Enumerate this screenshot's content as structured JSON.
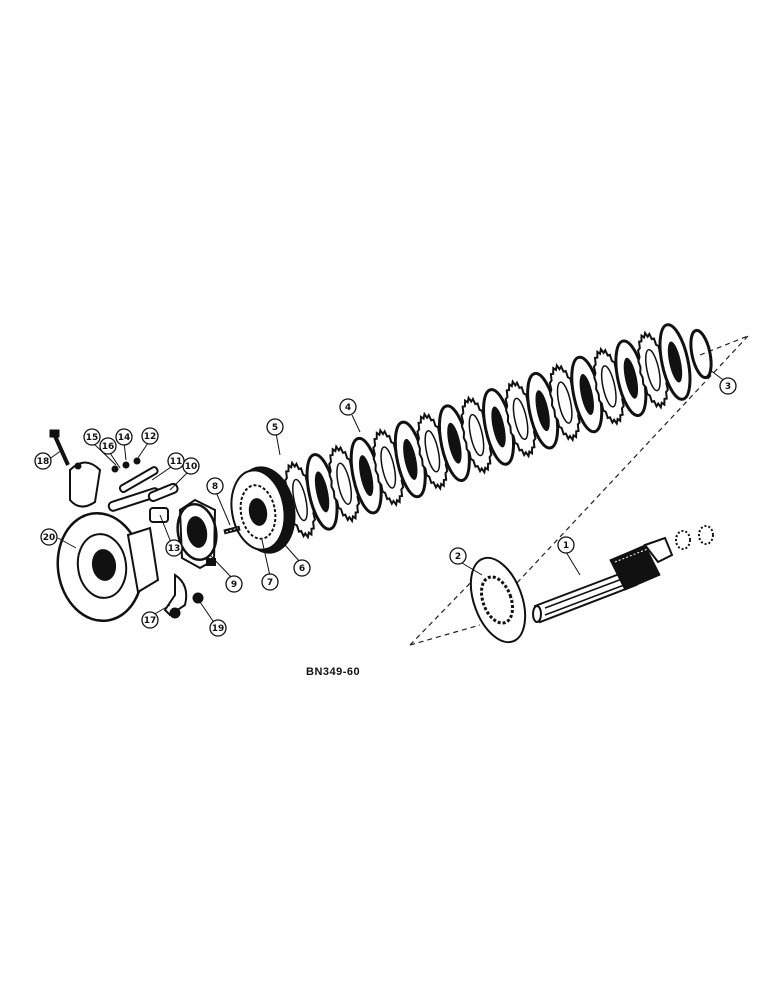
{
  "figure_code": "BN349-60",
  "callouts": [
    {
      "id": "c1",
      "label": "1"
    },
    {
      "id": "c2",
      "label": "2"
    },
    {
      "id": "c3",
      "label": "3"
    },
    {
      "id": "c4",
      "label": "4"
    },
    {
      "id": "c5",
      "label": "5"
    },
    {
      "id": "c6",
      "label": "6"
    },
    {
      "id": "c7",
      "label": "7"
    },
    {
      "id": "c8",
      "label": "8"
    },
    {
      "id": "c9",
      "label": "9"
    },
    {
      "id": "c10",
      "label": "10"
    },
    {
      "id": "c11",
      "label": "11"
    },
    {
      "id": "c12",
      "label": "12"
    },
    {
      "id": "c13",
      "label": "13"
    },
    {
      "id": "c14",
      "label": "14"
    },
    {
      "id": "c15",
      "label": "15"
    },
    {
      "id": "c16",
      "label": "16"
    },
    {
      "id": "c17",
      "label": "17"
    },
    {
      "id": "c18",
      "label": "18"
    },
    {
      "id": "c19",
      "label": "19"
    },
    {
      "id": "c20",
      "label": "20"
    }
  ]
}
